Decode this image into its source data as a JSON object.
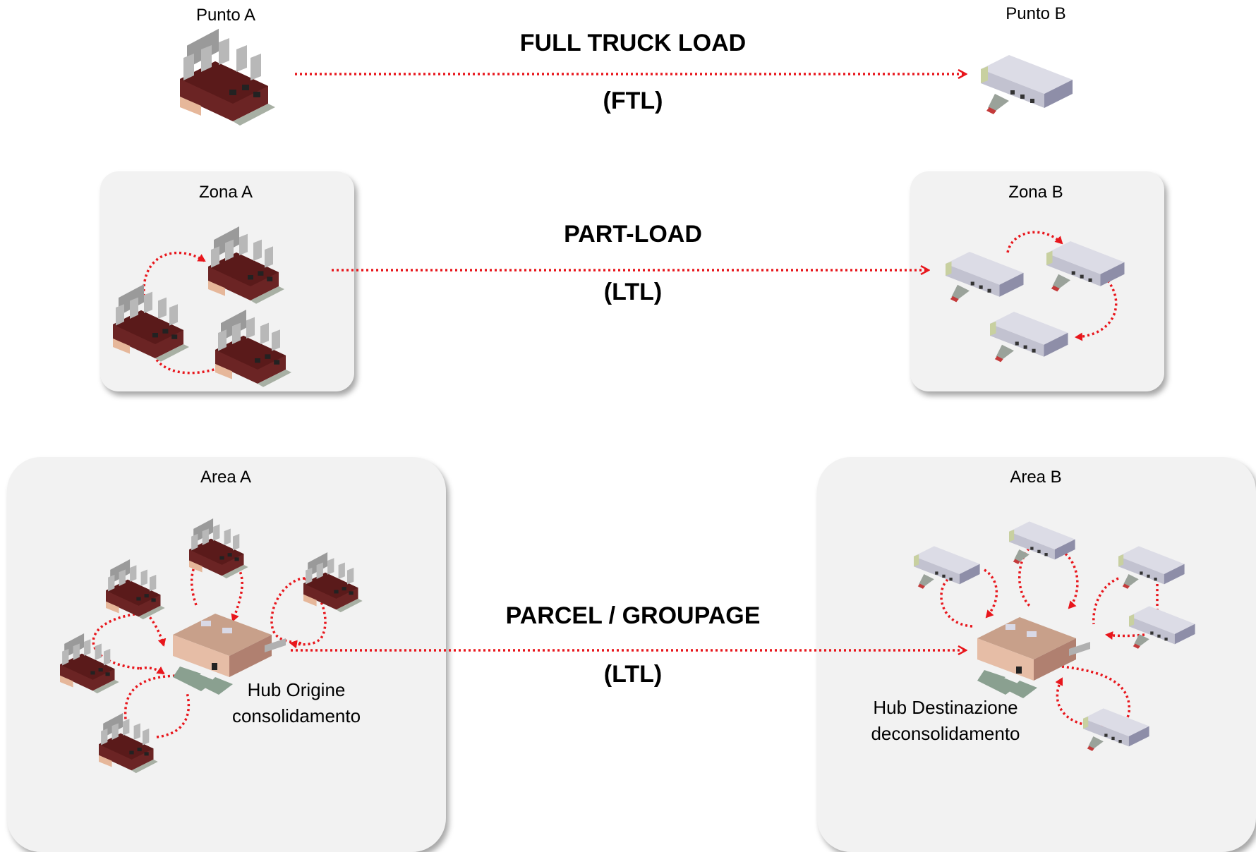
{
  "diagram": {
    "ftl": {
      "origin_label": "Punto A",
      "dest_label": "Punto B",
      "title": "FULL TRUCK LOAD",
      "subtitle": "(FTL)"
    },
    "part_load": {
      "origin_label": "Zona A",
      "dest_label": "Zona B",
      "title": "PART-LOAD",
      "subtitle": "(LTL)"
    },
    "parcel": {
      "origin_label": "Area A",
      "dest_label": "Area B",
      "title": "PARCEL / GROUPAGE",
      "subtitle": "(LTL)",
      "origin_hub_line1": "Hub Origine",
      "origin_hub_line2": "consolidamento",
      "dest_hub_line1": "Hub Destinazione",
      "dest_hub_line2": "deconsolidamento"
    }
  },
  "icons": {
    "origin": "factory-icon",
    "destination": "warehouse-icon",
    "hub": "hub-building-icon"
  },
  "colors": {
    "arrow": "#e8161c",
    "box": "#f2f2f2",
    "factory_roof": "#7a7a7a",
    "factory_body": "#6b2424",
    "warehouse": "#c9c9d6"
  }
}
